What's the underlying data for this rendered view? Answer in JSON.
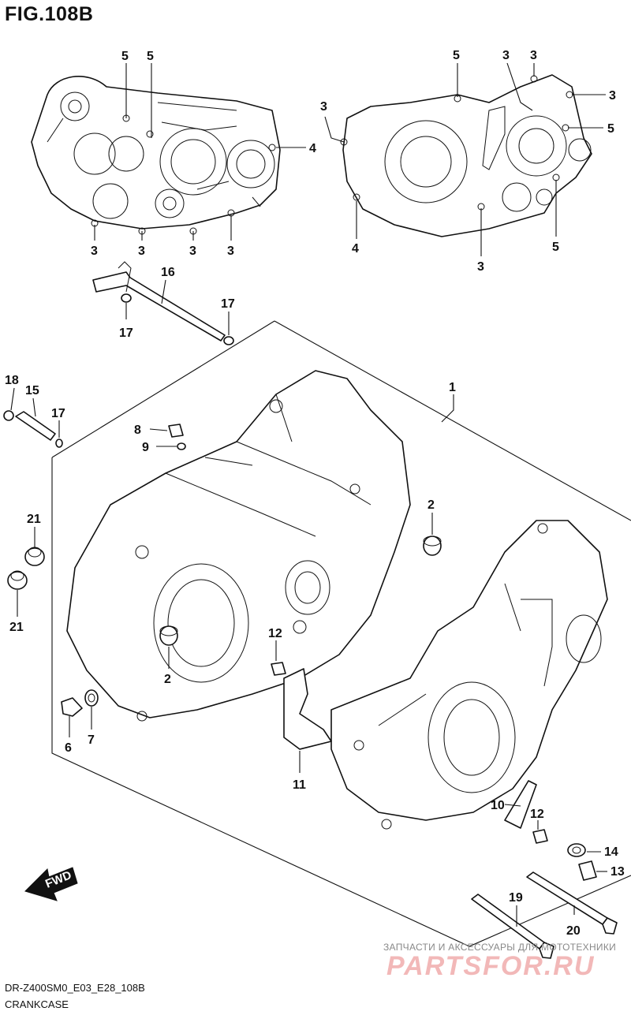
{
  "figure": {
    "title": "FIG.108B",
    "model_code": "DR-Z400SM0_E03_E28_108B",
    "name": "CRANKCASE"
  },
  "fwd_label": "FWD",
  "watermark": {
    "caption": "ЗАПЧАСТИ И АКСЕССУАРЫ ДЛЯ МОТОТЕХНИКИ",
    "logo": "PARTSFOR.RU"
  },
  "callouts": [
    {
      "id": "c-5a",
      "text": "5"
    },
    {
      "id": "c-5b",
      "text": "5"
    },
    {
      "id": "c-4a",
      "text": "4"
    },
    {
      "id": "c-3a",
      "text": "3"
    },
    {
      "id": "c-3b",
      "text": "3"
    },
    {
      "id": "c-3c",
      "text": "3"
    },
    {
      "id": "c-3d",
      "text": "3"
    },
    {
      "id": "c-5c",
      "text": "5"
    },
    {
      "id": "c-3e",
      "text": "3"
    },
    {
      "id": "c-3f",
      "text": "3"
    },
    {
      "id": "c-3g",
      "text": "3"
    },
    {
      "id": "c-3h",
      "text": "3"
    },
    {
      "id": "c-5d",
      "text": "5"
    },
    {
      "id": "c-4b",
      "text": "4"
    },
    {
      "id": "c-3i",
      "text": "3"
    },
    {
      "id": "c-5e",
      "text": "5"
    },
    {
      "id": "c-16",
      "text": "16"
    },
    {
      "id": "c-17a",
      "text": "17"
    },
    {
      "id": "c-17b",
      "text": "17"
    },
    {
      "id": "c-18",
      "text": "18"
    },
    {
      "id": "c-15",
      "text": "15"
    },
    {
      "id": "c-17c",
      "text": "17"
    },
    {
      "id": "c-1",
      "text": "1"
    },
    {
      "id": "c-8",
      "text": "8"
    },
    {
      "id": "c-9",
      "text": "9"
    },
    {
      "id": "c-2a",
      "text": "2"
    },
    {
      "id": "c-21a",
      "text": "21"
    },
    {
      "id": "c-21b",
      "text": "21"
    },
    {
      "id": "c-12a",
      "text": "12"
    },
    {
      "id": "c-2b",
      "text": "2"
    },
    {
      "id": "c-6",
      "text": "6"
    },
    {
      "id": "c-7",
      "text": "7"
    },
    {
      "id": "c-11",
      "text": "11"
    },
    {
      "id": "c-10",
      "text": "10"
    },
    {
      "id": "c-12b",
      "text": "12"
    },
    {
      "id": "c-14",
      "text": "14"
    },
    {
      "id": "c-13",
      "text": "13"
    },
    {
      "id": "c-19",
      "text": "19"
    },
    {
      "id": "c-20",
      "text": "20"
    }
  ]
}
